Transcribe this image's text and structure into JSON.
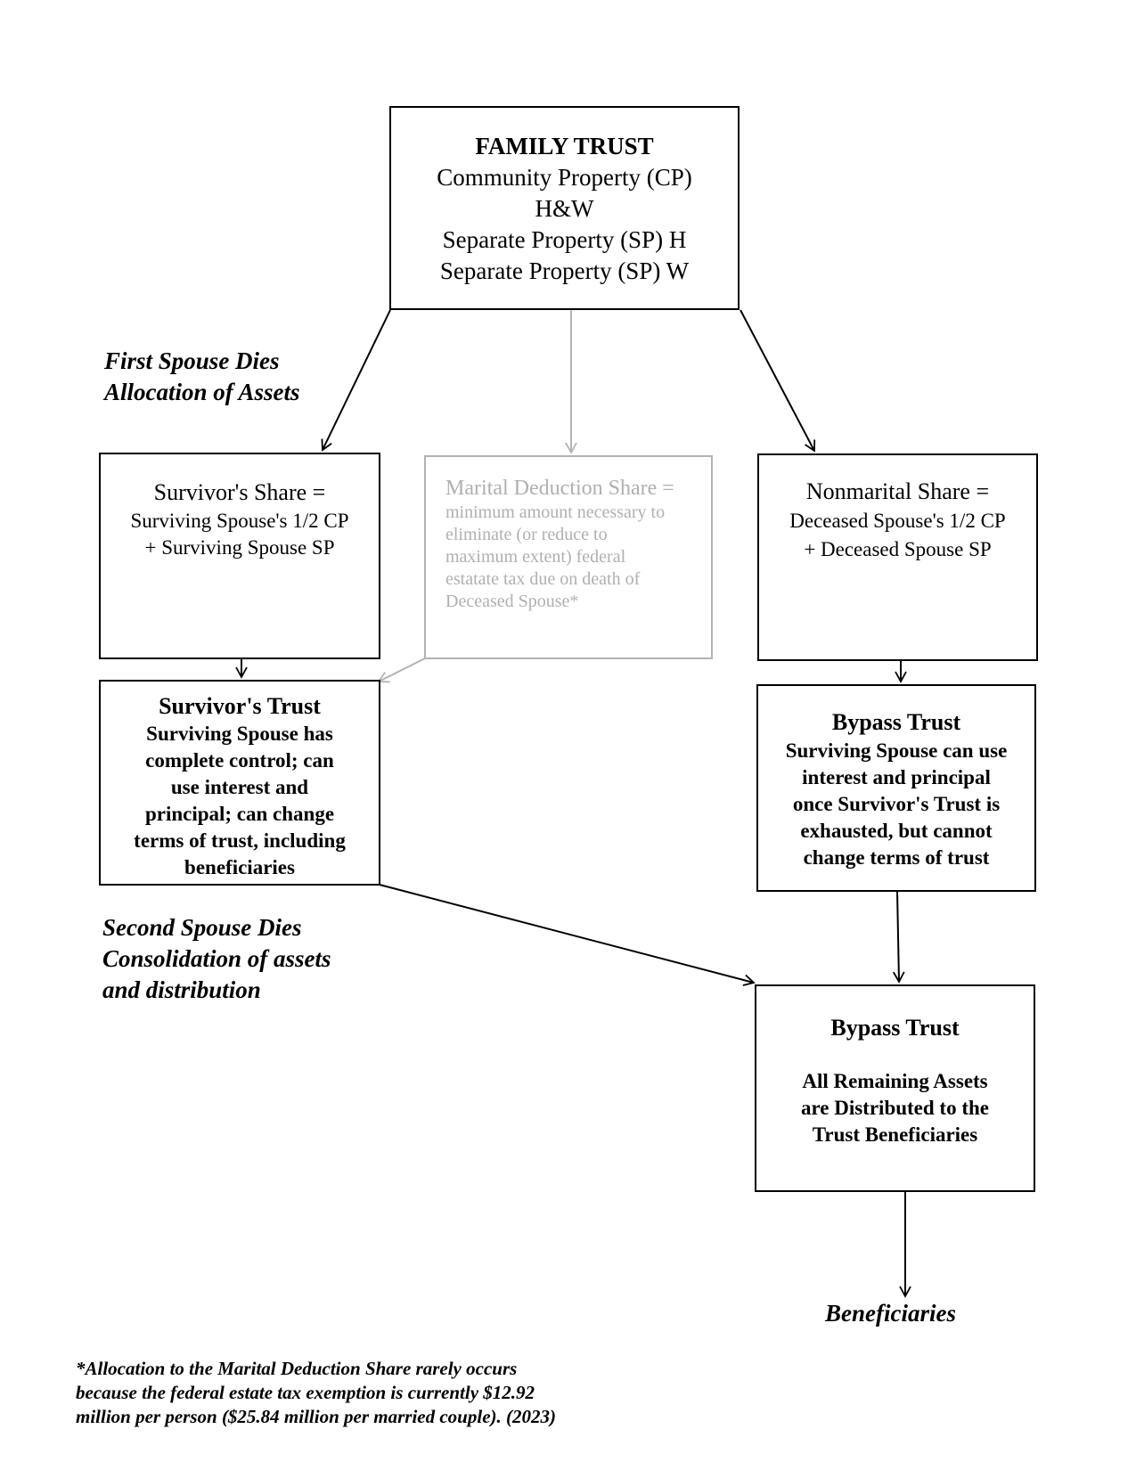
{
  "family_trust": {
    "title": "FAMILY TRUST",
    "lines": [
      "Community Property (CP)",
      "H&W",
      "Separate Property (SP) H",
      "Separate Property (SP) W"
    ]
  },
  "first_spouse_label": [
    "First Spouse Dies",
    "Allocation of Assets"
  ],
  "survivor_share": {
    "title": "Survivor's Share =",
    "lines": [
      "Surviving Spouse's 1/2 CP",
      "+  Surviving Spouse SP"
    ]
  },
  "marital_share": {
    "title": "Marital Deduction Share =",
    "lines": [
      "minimum amount necessary to",
      "eliminate (or reduce to",
      "maximum extent) federal",
      "estatate tax due on death of",
      "Deceased Spouse*"
    ]
  },
  "nonmarital_share": {
    "title": "Nonmarital Share =",
    "lines": [
      "Deceased Spouse's 1/2 CP",
      "+  Deceased Spouse SP"
    ]
  },
  "survivors_trust": {
    "title": "Survivor's Trust",
    "lines": [
      "Surviving Spouse has",
      "complete control; can",
      "use interest and",
      "principal; can change",
      "terms of trust, including",
      "beneficiaries"
    ]
  },
  "bypass_trust_1": {
    "title": "Bypass Trust",
    "lines": [
      "Surviving Spouse can use",
      "interest and principal",
      "once Survivor's Trust is",
      "exhausted, but cannot",
      "change terms of trust"
    ]
  },
  "second_spouse_label": [
    "Second Spouse Dies",
    "Consolidation of assets",
    "and distribution"
  ],
  "bypass_trust_2": {
    "title": "Bypass Trust",
    "lines": [
      "All Remaining Assets",
      "are Distributed to the",
      "Trust Beneficiaries"
    ]
  },
  "beneficiaries_label": "Beneficiaries",
  "footnote": [
    "*Allocation to the Marital Deduction Share rarely occurs",
    "because the federal estate tax exemption is currently $12.92",
    "million per person ($25.84 million per married couple). (2023)"
  ]
}
